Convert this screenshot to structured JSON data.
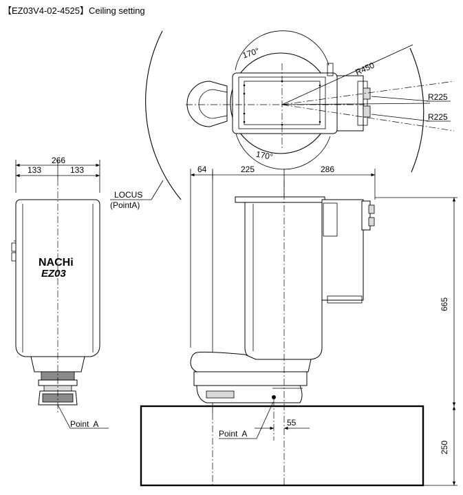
{
  "title": "【EZ03V4-02-4525】Ceiling setting",
  "front_view": {
    "overall_width": "266",
    "half_left": "133",
    "half_right": "133",
    "brand": "NACHi",
    "model": "EZ03",
    "point_label": "Point  A"
  },
  "top_view": {
    "angle_top": "170°",
    "angle_bottom": "170°",
    "reach_radius": "R450",
    "radius_1": "R225",
    "radius_2": "R225"
  },
  "locus_label": {
    "line1": "LOCUS",
    "line2": "(PointA)"
  },
  "side_view": {
    "dim_64": "64",
    "dim_225": "225",
    "dim_286": "286",
    "height": "665",
    "base_height": "250",
    "offset": "55",
    "point_label": "Point  A"
  }
}
